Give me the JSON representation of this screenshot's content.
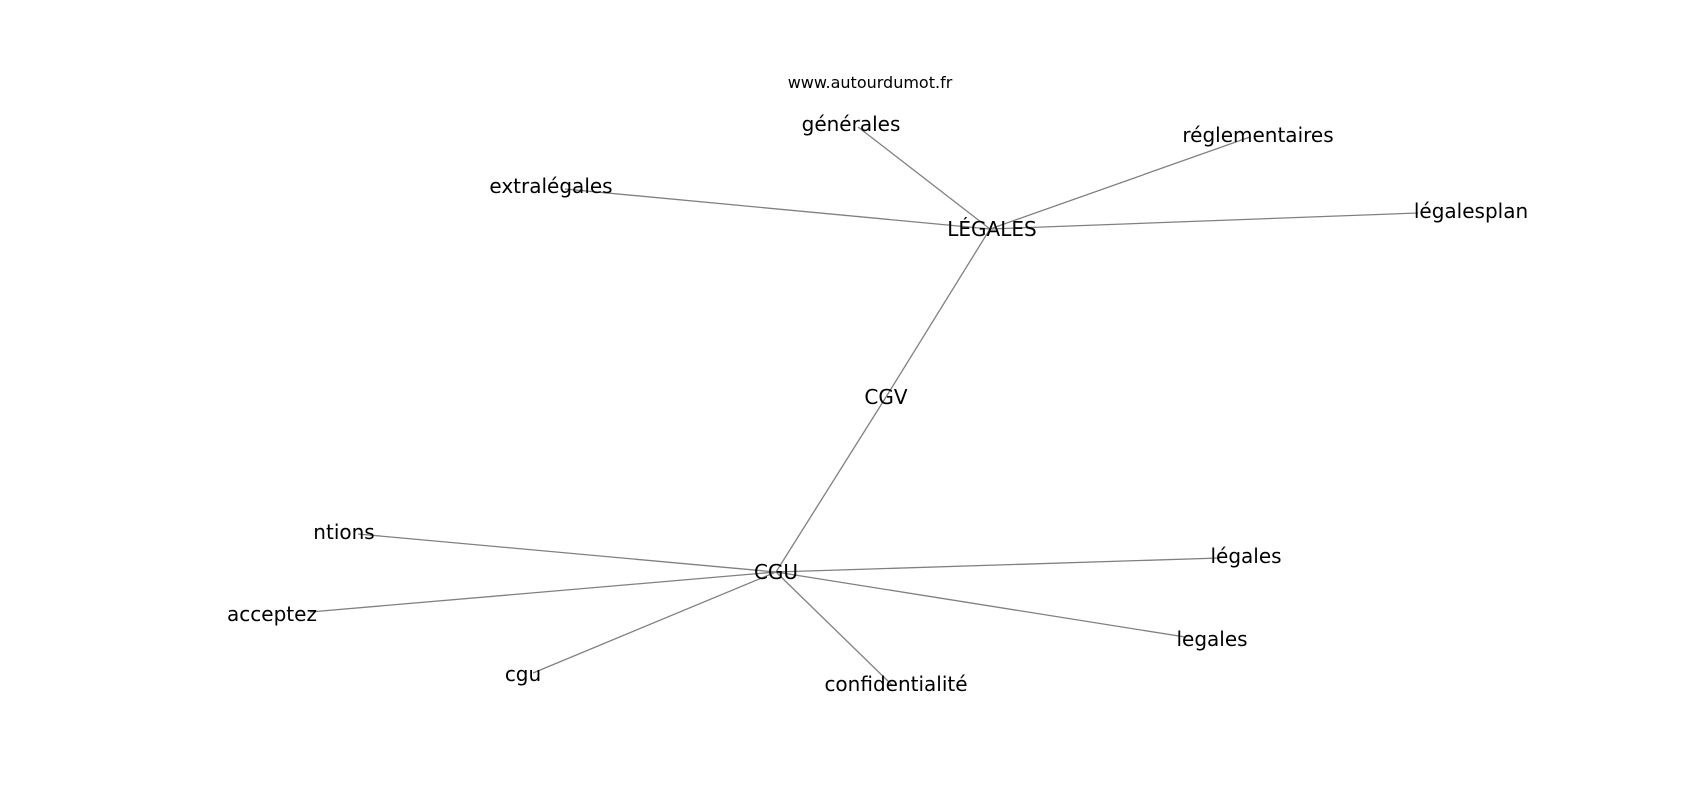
{
  "watermark": "www.autourdumot.fr",
  "colors": {
    "edge": "#808080",
    "text": "#000000",
    "background": "#ffffff"
  },
  "nodes": [
    {
      "id": "legales_caps",
      "label": "LÉGALES"
    },
    {
      "id": "generales",
      "label": "générales"
    },
    {
      "id": "reglementaires",
      "label": "réglementaires"
    },
    {
      "id": "extralegales",
      "label": "extralégales"
    },
    {
      "id": "legalesplan",
      "label": "légalesplan"
    },
    {
      "id": "cgv",
      "label": "CGV"
    },
    {
      "id": "cgu_caps",
      "label": "CGU"
    },
    {
      "id": "ntions",
      "label": "ntions"
    },
    {
      "id": "acceptez",
      "label": "acceptez"
    },
    {
      "id": "cgu",
      "label": "cgu"
    },
    {
      "id": "confidentialite",
      "label": "confidentialité"
    },
    {
      "id": "legales_accent",
      "label": "légales"
    },
    {
      "id": "legales_plain",
      "label": "legales"
    }
  ],
  "edges": [
    {
      "from": "legales_caps",
      "to": "generales"
    },
    {
      "from": "legales_caps",
      "to": "reglementaires"
    },
    {
      "from": "legales_caps",
      "to": "extralegales"
    },
    {
      "from": "legales_caps",
      "to": "legalesplan"
    },
    {
      "from": "legales_caps",
      "to": "cgv"
    },
    {
      "from": "cgv",
      "to": "cgu_caps"
    },
    {
      "from": "cgu_caps",
      "to": "ntions"
    },
    {
      "from": "cgu_caps",
      "to": "acceptez"
    },
    {
      "from": "cgu_caps",
      "to": "cgu"
    },
    {
      "from": "cgu_caps",
      "to": "confidentialite"
    },
    {
      "from": "cgu_caps",
      "to": "legales_accent"
    },
    {
      "from": "cgu_caps",
      "to": "legales_plain"
    }
  ]
}
